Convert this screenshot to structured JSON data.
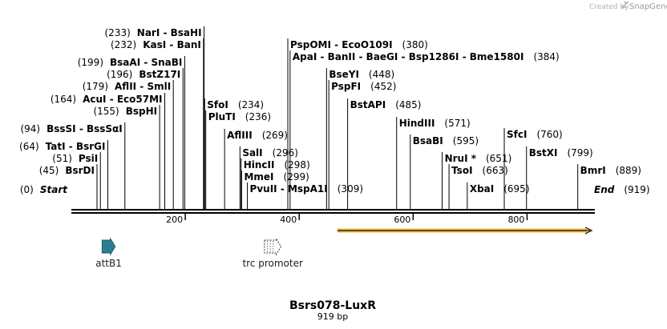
{
  "credit": {
    "prefix": "Created by",
    "brand": "SnapGene"
  },
  "sequence": {
    "name": "Bsrs078-LuxR",
    "length_label": "919 bp",
    "length": 919
  },
  "ruler": {
    "ticks": [
      200,
      400,
      600,
      800
    ]
  },
  "sites": [
    {
      "label": "Start",
      "pos": 0,
      "pos_label": "(0)"
    },
    {
      "label": "BsrDI",
      "pos": 45,
      "pos_label": "(45)"
    },
    {
      "label": "PsiI",
      "pos": 51,
      "pos_label": "(51)"
    },
    {
      "label": "TatI  - BsrGI",
      "pos": 64,
      "pos_label": "(64)"
    },
    {
      "label": "BssSI  - BssSαI",
      "pos": 94,
      "pos_label": "(94)"
    },
    {
      "label": "BspHI",
      "pos": 155,
      "pos_label": "(155)"
    },
    {
      "label": "AcuI  - Eco57MI",
      "pos": 164,
      "pos_label": "(164)"
    },
    {
      "label": "AflII  - SmlI",
      "pos": 179,
      "pos_label": "(179)"
    },
    {
      "label": "BstZ17I",
      "pos": 196,
      "pos_label": "(196)"
    },
    {
      "label": "BsaAI  - SnaBI",
      "pos": 199,
      "pos_label": "(199)"
    },
    {
      "label": "KasI  - BanI",
      "pos": 232,
      "pos_label": "(232)"
    },
    {
      "label": "NarI  - BsaHI",
      "pos": 233,
      "pos_label": "(233)"
    },
    {
      "label": "SfoI",
      "pos": 234,
      "pos_label": "(234)"
    },
    {
      "label": "PluTI",
      "pos": 236,
      "pos_label": "(236)"
    },
    {
      "label": "AflIII",
      "pos": 269,
      "pos_label": "(269)"
    },
    {
      "label": "SalI",
      "pos": 296,
      "pos_label": "(296)"
    },
    {
      "label": "HincII",
      "pos": 298,
      "pos_label": "(298)"
    },
    {
      "label": "MmeI",
      "pos": 299,
      "pos_label": "(299)"
    },
    {
      "label": "PvuII  - MspA1I",
      "pos": 309,
      "pos_label": "(309)"
    },
    {
      "label": "PspOMI  - EcoO109I",
      "pos": 380,
      "pos_label": "(380)"
    },
    {
      "label": "ApaI  - BanII  - BaeGI  - Bsp1286I  - Bme1580I",
      "pos": 384,
      "pos_label": "(384)"
    },
    {
      "label": "BseYI",
      "pos": 448,
      "pos_label": "(448)"
    },
    {
      "label": "PspFI",
      "pos": 452,
      "pos_label": "(452)"
    },
    {
      "label": "BstAPI",
      "pos": 485,
      "pos_label": "(485)"
    },
    {
      "label": "HindIII",
      "pos": 571,
      "pos_label": "(571)"
    },
    {
      "label": "BsaBI",
      "pos": 595,
      "pos_label": "(595)"
    },
    {
      "label": "NruI *",
      "pos": 651,
      "pos_label": "(651)"
    },
    {
      "label": "TsoI",
      "pos": 663,
      "pos_label": "(663)"
    },
    {
      "label": "XbaI",
      "pos": 695,
      "pos_label": "(695)"
    },
    {
      "label": "SfcI",
      "pos": 760,
      "pos_label": "(760)"
    },
    {
      "label": "BstXI",
      "pos": 799,
      "pos_label": "(799)"
    },
    {
      "label": "BmrI",
      "pos": 889,
      "pos_label": "(889)"
    },
    {
      "label": "End",
      "pos": 919,
      "pos_label": "(919)"
    }
  ],
  "features": [
    {
      "name": "attB1",
      "start": 54,
      "end": 77,
      "color": "#2e7d8f",
      "style": "solid"
    },
    {
      "name": "trc promoter",
      "start": 339,
      "end": 368,
      "color": "#ffffff",
      "style": "dashed"
    }
  ],
  "orf": {
    "start": 467,
    "end": 919,
    "color": "#f0b84a"
  }
}
